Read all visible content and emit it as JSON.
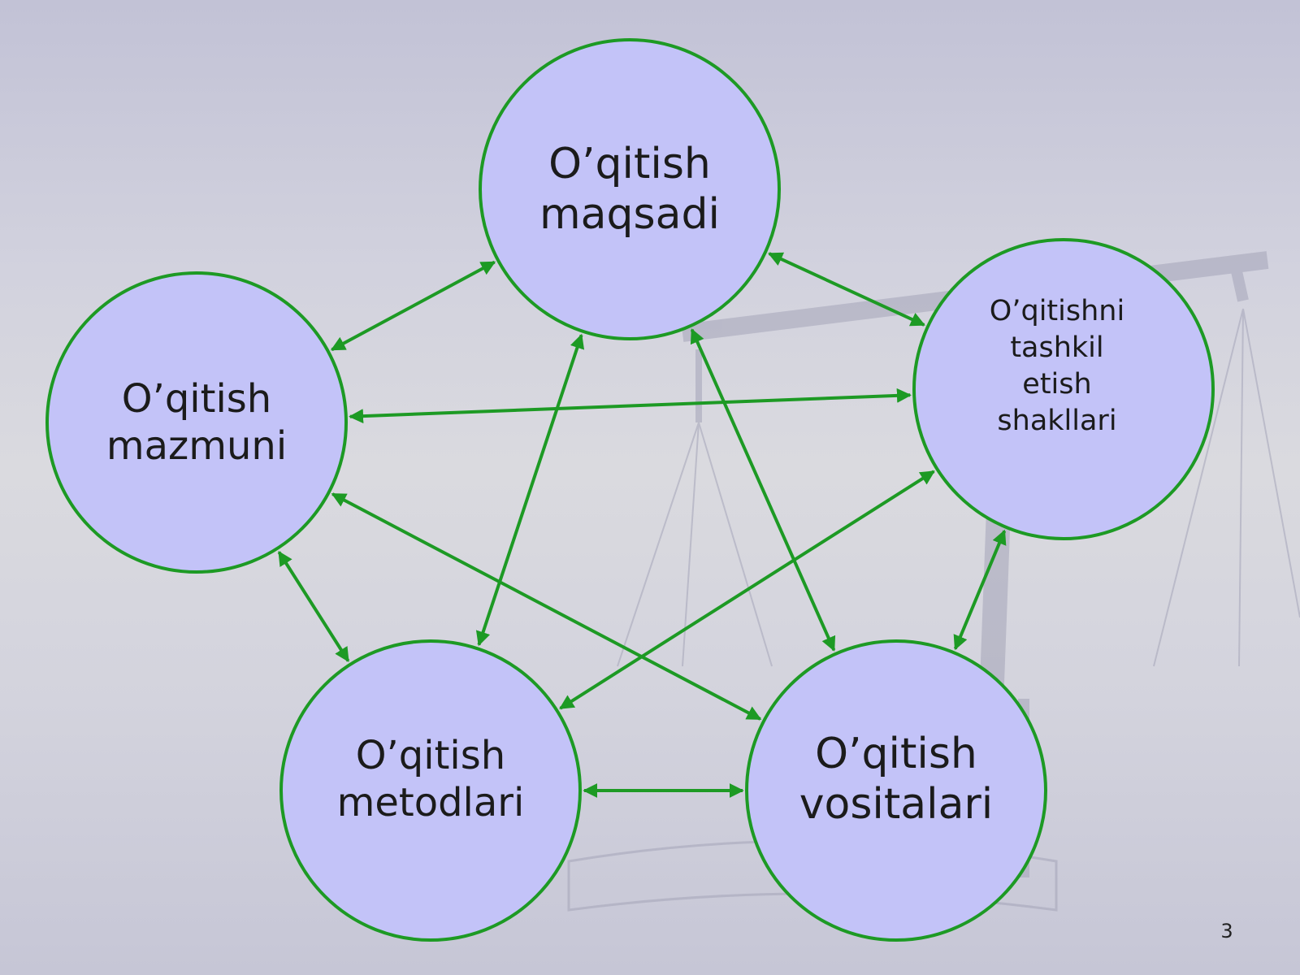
{
  "nodes": {
    "maqsadi": {
      "label": "O’qitish\nmaqsadi"
    },
    "mazmuni": {
      "label": "O’qitish\nmazmuni"
    },
    "shakllari": {
      "label": "O’qitishni\ntashkil\netish\nshakllari"
    },
    "metodlari": {
      "label": "O’qitish\nmetodlari"
    },
    "vositalari": {
      "label": "O’qitish\nvositalari"
    }
  },
  "connections": [
    [
      "maqsadi",
      "mazmuni"
    ],
    [
      "maqsadi",
      "shakllari"
    ],
    [
      "maqsadi",
      "metodlari"
    ],
    [
      "maqsadi",
      "vositalari"
    ],
    [
      "mazmuni",
      "shakllari"
    ],
    [
      "mazmuni",
      "metodlari"
    ],
    [
      "mazmuni",
      "vositalari"
    ],
    [
      "shakllari",
      "metodlari"
    ],
    [
      "shakllari",
      "vositalari"
    ],
    [
      "metodlari",
      "vositalari"
    ]
  ],
  "colors": {
    "node_fill": "#c3c3f8",
    "edge": "#1d9a24",
    "text": "#1b1b1b"
  },
  "page_number": "3"
}
